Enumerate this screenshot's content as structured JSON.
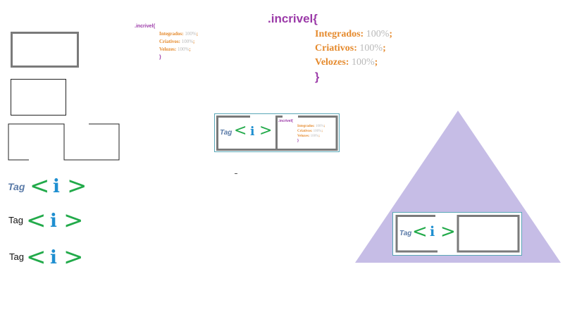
{
  "code_large": {
    "selector": ".incrivel{",
    "lines": [
      {
        "prop": "Integrados:",
        "val": " 100%",
        "end": ";"
      },
      {
        "prop": "Criativos:",
        "val": " 100%",
        "end": ";"
      },
      {
        "prop": "Velozes:",
        "val": " 100%",
        "end": ";"
      }
    ],
    "close": "}"
  },
  "code_small": {
    "selector": ".incrivel{",
    "lines": [
      {
        "prop": "Integrados:",
        "val": " 100%",
        "end": ";"
      },
      {
        "prop": "Criativos:",
        "val": " 100%",
        "end": ";"
      },
      {
        "prop": "Velozes:",
        "val": " 100%",
        "end": ";"
      }
    ],
    "close": "}"
  },
  "logos": {
    "tag_word": "Tag",
    "bracket_left": "<",
    "bracket_right": ">",
    "i_letter": "i"
  },
  "colors": {
    "triangle": "#c6bde6",
    "frame_teal": "#5aa7b7",
    "frame_gray": "#7a7a7a"
  }
}
